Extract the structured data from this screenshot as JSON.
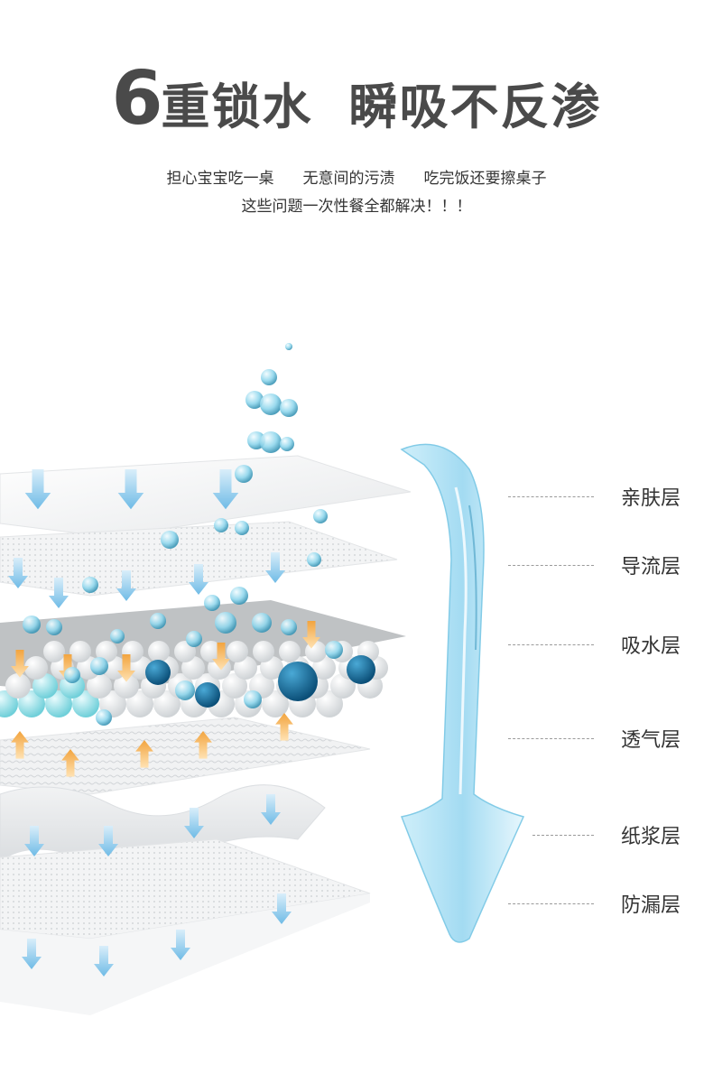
{
  "headline": {
    "number": "6",
    "title_part1": "重锁水",
    "title_part2": "瞬吸不反渗"
  },
  "subtitle": {
    "line1": [
      "担心宝宝吃一桌",
      "无意间的污渍",
      "吃完饭还要擦桌子"
    ],
    "line2": "这些问题一次性餐全都解决！！！"
  },
  "layers": [
    {
      "label": "亲肤层"
    },
    {
      "label": "导流层"
    },
    {
      "label": "吸水层"
    },
    {
      "label": "透气层"
    },
    {
      "label": "纸浆层"
    },
    {
      "label": "防漏层"
    }
  ],
  "colors": {
    "heading": "#4a4a4a",
    "text": "#333333",
    "arrow_blue": "#7fc4ea",
    "arrow_orange": "#f5b45a",
    "bead_white": "#f4f4f4",
    "bead_teal": "#9fe3ea",
    "bead_navy": "#0f6a9a",
    "water": "#8fd3f0"
  }
}
